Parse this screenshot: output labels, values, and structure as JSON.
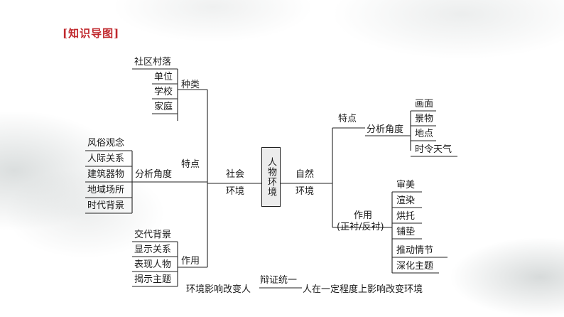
{
  "heading": "[知识导图]",
  "center": "人物环境",
  "social": {
    "label_line1": "社会",
    "label_line2": "环境",
    "types": {
      "label": "种类",
      "items": [
        "社区村落",
        "单位",
        "学校",
        "家庭"
      ]
    },
    "features": {
      "label": "特点",
      "sub_label": "分析角度",
      "items": [
        "风俗观念",
        "人际关系",
        "建筑器物",
        "地域场所",
        "时代背景"
      ]
    },
    "functions": {
      "label": "作用",
      "items": [
        "交代背景",
        "显示关系",
        "表现人物",
        "揭示主题"
      ]
    }
  },
  "natural": {
    "label_line1": "自然",
    "label_line2": "环境",
    "features": {
      "label": "特点",
      "sub_label": "分析角度",
      "items": [
        "画面",
        "景物",
        "地点",
        "时令天气"
      ]
    },
    "functions": {
      "label_line1": "作用",
      "label_line2": "(正衬/反衬)",
      "items": [
        "审美",
        "渲染",
        "烘托",
        "铺垫",
        "推动情节",
        "深化主题"
      ]
    }
  },
  "bottom": {
    "left": "环境影响改变人",
    "middle": "辩证统一",
    "right": "人在一定程度上影响改变环境"
  }
}
